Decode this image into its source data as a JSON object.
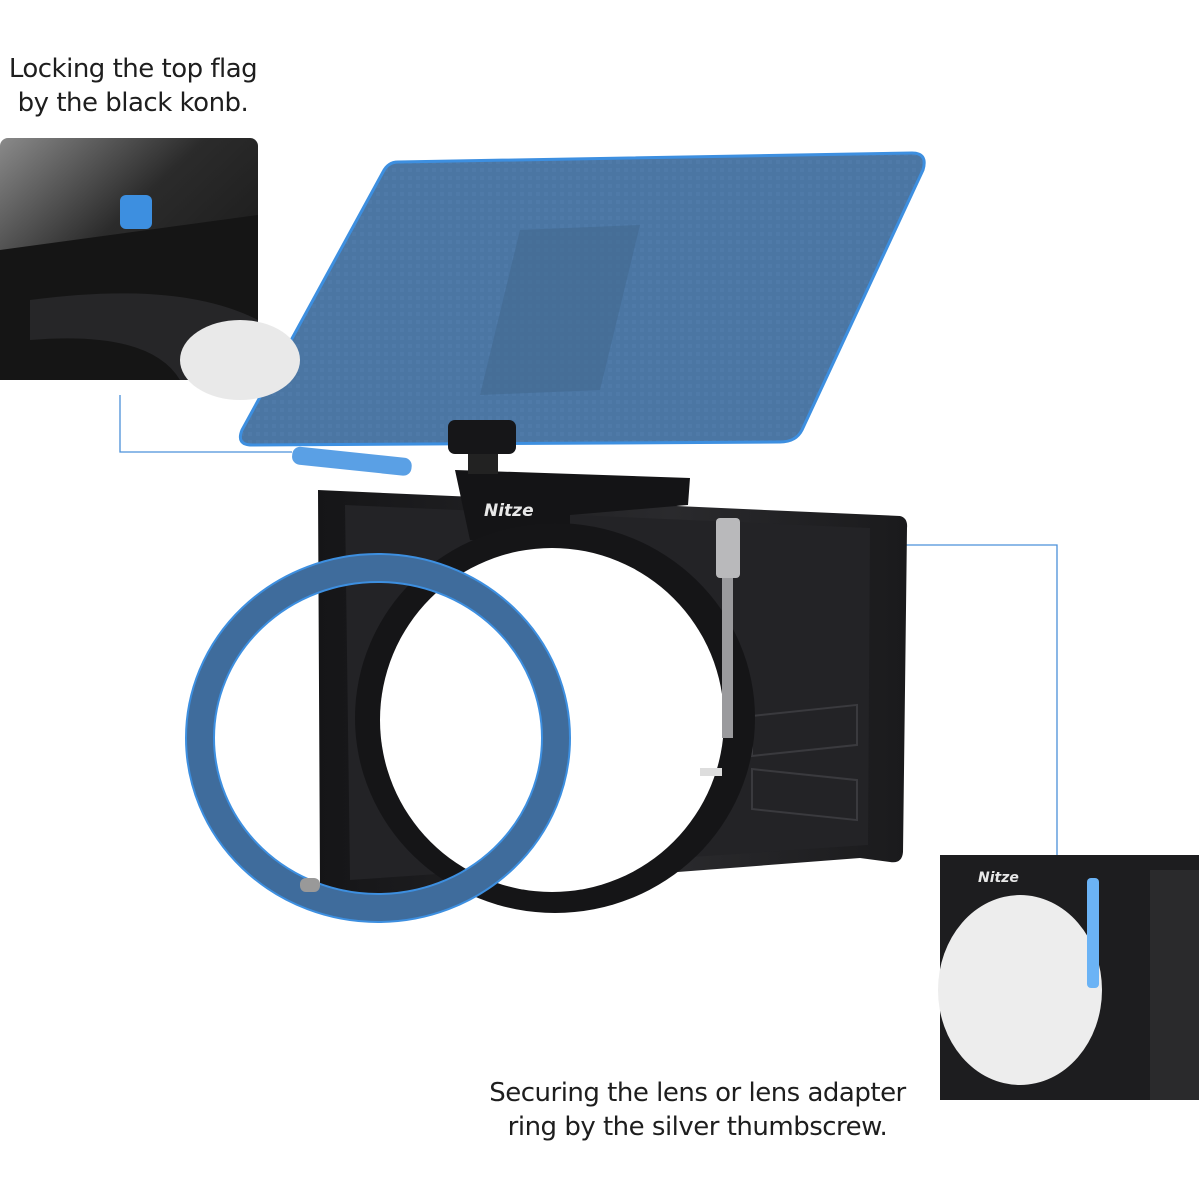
{
  "callouts": {
    "top_flag": {
      "line1": "Locking the top flag",
      "line2": "by the black konb."
    },
    "thumbscrew": {
      "line1": "Securing the lens or lens adapter",
      "line2": "ring by the silver thumbscrew."
    }
  },
  "brand_logo": "Nitze",
  "colors": {
    "highlight_blue": "#3d8fe0",
    "flag_blue": "#4b76a3",
    "ring_blue": "#3f6c9c",
    "body_black": "#1b1b1d",
    "callout_line": "#4a90d9"
  }
}
